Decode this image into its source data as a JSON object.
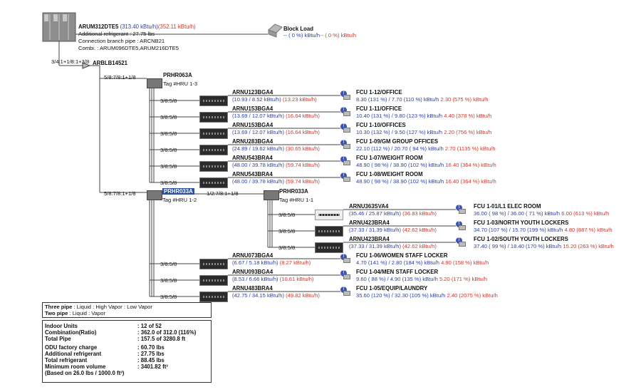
{
  "odu": {
    "model": "ARUM312DTE5",
    "capacity": "(313.40 kBtu/h)",
    "capacity_alt": "(352.11 kBtu/h)",
    "additional_refrigerant": "Additional refrigerant : 27.75 lbs",
    "branch_pipe": "Connection branch pipe : ARCNB21",
    "combi": "Combi. : ARUM096DTE5,ARUM216DTE5"
  },
  "block_load": {
    "title": "Block Load",
    "text_a": "-- ( 0 %) kBtu/h",
    "text_b": "-- ( 0 %) kBtu/h"
  },
  "main_branch": {
    "model": "ARBLB14521",
    "pipe": "3/4:1+1/8:1+3/8"
  },
  "hru1": {
    "model": "PRHR063A",
    "tag": "Tag #HRU 1-3",
    "pipe": "5/8:7/8:1+1/8"
  },
  "hru2": {
    "model": "PRHR033A",
    "tag": "Tag #HRU 1-2",
    "pipe": "5/8:7/8:1+1/8"
  },
  "hru3": {
    "model": "PRHR033A",
    "tag": "Tag #HRU 1-1",
    "pipe": "1/2:7/8:1+1/8"
  },
  "idus": [
    {
      "pipe": "3/8:5/8",
      "model": "ARNU123BGA4",
      "cap": "(10.93 / 8.52 kBtu/h)",
      "cap2": "(13.23 kBtu/h)",
      "room": "FCU 1-12/OFFICE",
      "load": "8.30 (131 %) / 7.70 (110 %) kBtu/h",
      "load2": "2.30 (575 %) kBtu/h"
    },
    {
      "pipe": "3/8:5/8",
      "model": "ARNU153BGA4",
      "cap": "(13.69 / 12.07 kBtu/h)",
      "cap2": "(16.64 kBtu/h)",
      "room": "FCU 1-11/OFFICE",
      "load": "10.40 (131 %) / 9.80 (123 %) kBtu/h",
      "load2": "4.40 (378 %) kBtu/h"
    },
    {
      "pipe": "3/8:5/8",
      "model": "ARNU153BGA4",
      "cap": "(13.69 / 12.07 kBtu/h)",
      "cap2": "(16.64 kBtu/h)",
      "room": "FCU 1-10/OFFICES",
      "load": "10.30 (132 %) / 9.50 (127 %) kBtu/h",
      "load2": "2.20 (756 %) kBtu/h"
    },
    {
      "pipe": "3/8:5/8",
      "model": "ARNU283BGA4",
      "cap": "(24.89 / 19.62 kBtu/h)",
      "cap2": "(30.65 kBtu/h)",
      "room": "FCU 1-09/GM GROUP OFFICES",
      "load": "22.10 (112 %) / 20.70 ( 94 %) kBtu/h",
      "load2": "2.70 (1135 %) kBtu/h"
    },
    {
      "pipe": "3/8:5/8",
      "model": "ARNU543BRA4",
      "cap": "(48.00 / 39.78 kBtu/h)",
      "cap2": "(59.74 kBtu/h)",
      "room": "FCU 1-07/WEIGHT ROOM",
      "load": "48.90 ( 98 %) / 38.90 (102 %) kBtu/h",
      "load2": "16.40 (364 %) kBtu/h"
    },
    {
      "pipe": "3/8:5/8",
      "model": "ARNU543BRA4",
      "cap": "(48.00 / 39.78 kBtu/h)",
      "cap2": "(59.74 kBtu/h)",
      "room": "FCU 1-08/WEIGHT ROOM",
      "load": "48.90 ( 98 %) / 38.90 (102 %) kBtu/h",
      "load2": "16.40 (364 %) kBtu/h"
    },
    {
      "pipe": "3/8:5/8",
      "model": "ARNU363SVA4",
      "cap": "(35.46 / 25.87 kBtu/h)",
      "cap2": "(36.83 kBtu/h)",
      "room": "FCU 1-01/L1 ELEC ROOM",
      "load": "36.00 ( 98 %) / 36.00 ( 71 %) kBtu/h",
      "load2": "6.00 (613 %) kBtu/h"
    },
    {
      "pipe": "3/8:5/8",
      "model": "ARNU423BRA4",
      "cap": "(37.33 / 31.39 kBtu/h)",
      "cap2": "(42.62 kBtu/h)",
      "room": "FCU 1-03/NORTH YOUTH LOCKERS",
      "load": "34.70 (107 %) / 15.70 (199 %) kBtu/h",
      "load2": "4.80 (887 %) kBtu/h"
    },
    {
      "pipe": "3/8:5/8",
      "model": "ARNU423BRA4",
      "cap": "(37.33 / 31.39 kBtu/h)",
      "cap2": "(42.62 kBtu/h)",
      "room": "FCU 1-02/SOUTH YOUTH LOCKERS",
      "load": "37.40 ( 99 %) / 18.40 (170 %) kBtu/h",
      "load2": "15.20 (263 %) kBtu/h"
    },
    {
      "pipe": "3/8:5/8",
      "model": "ARNU073BGA4",
      "cap": "(6.67 / 5.18 kBtu/h)",
      "cap2": "(8.27 kBtu/h)",
      "room": "FCU 1-06/WOMEN STAFF LOCKER",
      "load": "4.70 (141 %) / 2.80 (184 %) kBtu/h",
      "load2": "4.90 (158 %) kBtu/h"
    },
    {
      "pipe": "3/8:5/8",
      "model": "ARNU093BGA4",
      "cap": "(8.53 / 6.66 kBtu/h)",
      "cap2": "(10.61 kBtu/h)",
      "room": "FCU 1-04/MEN STAFF LOCKER",
      "load": "9.60 ( 88 %) / 4.90 (135 %) kBtu/h",
      "load2": "5.20 (171 %) kBtu/h"
    },
    {
      "pipe": "3/8:5/8",
      "model": "ARNU483BRA4",
      "cap": "(42.75 / 34.15 kBtu/h)",
      "cap2": "(49.82 kBtu/h)",
      "room": "FCU 1-05/EQUIP/LAUNDRY",
      "load": "35.60 (120 %) / 32.30 (105 %) kBtu/h",
      "load2": "2.40 (2075 %) kBtu/h"
    }
  ],
  "legend": {
    "three_pipe_label": "Three pipe",
    "three_pipe_desc": ": Liquid : High Vapor : Low Vapor",
    "two_pipe_label": "Two pipe",
    "two_pipe_desc": ": Liquid : Vapor"
  },
  "summary": [
    {
      "label": "Indoor Units",
      "value": ":  12 of  52"
    },
    {
      "label": "Combination(Ratio)",
      "value": ": 362.0 of 312.0 (116%)"
    },
    {
      "label": "Total Pipe",
      "value": ": 157.5 of 3280.8 ft"
    },
    {
      "label": "ODU factory charge",
      "value": ": 60.70 lbs"
    },
    {
      "label": "Additional refrigerant",
      "value": ": 27.75 lbs"
    },
    {
      "label": "Total refrigerant",
      "value": ": 88.45 lbs"
    },
    {
      "label": "Minimum room volume",
      "value": ": 3401.82 ft³"
    },
    {
      "label": "(Based on 26.0 lbs / 1000.0 ft³)",
      "value": ""
    }
  ],
  "colors": {
    "capacity": "#2b3ea8",
    "load_alt": "#d0352b",
    "pipe": "#444444"
  }
}
